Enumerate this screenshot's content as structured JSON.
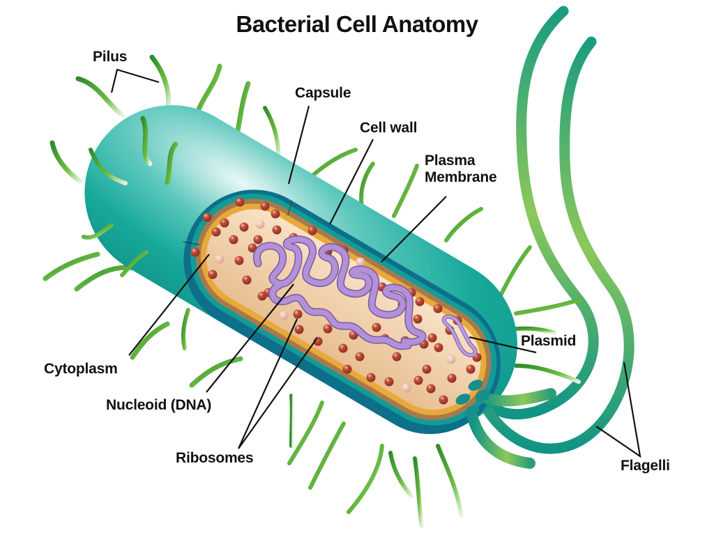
{
  "title": "Bacterial Cell Anatomy",
  "labels": {
    "pilus": "Pilus",
    "capsule": "Capsule",
    "cell_wall": "Cell wall",
    "plasma_membrane_line1": "Plasma",
    "plasma_membrane_line2": "Membrane",
    "cytoplasm": "Cytoplasm",
    "nucleoid": "Nucleoid (DNA)",
    "ribosomes": "Ribosomes",
    "plasmid": "Plasmid",
    "flagelli": "Flagelli"
  },
  "colors": {
    "capsule_outer": "#17a99b",
    "capsule_highlight": "#e6f6f4",
    "cell_wall_dark": "#0e6f8a",
    "cell_wall_teal": "#129c98",
    "peptidoglycan_brown": "#a77a4c",
    "membrane_orange": "#e9a93a",
    "cytoplasm_fill": "#f4d6b4",
    "ribosome": "#b4412f",
    "ribosome_faded": "#e6b8a2",
    "dna_purple": "#a985cc",
    "pilus_green": "#4fa83a",
    "flagellum_green": "#8cc85a",
    "flagellum_teal": "#119484",
    "leader_line": "#111111"
  }
}
